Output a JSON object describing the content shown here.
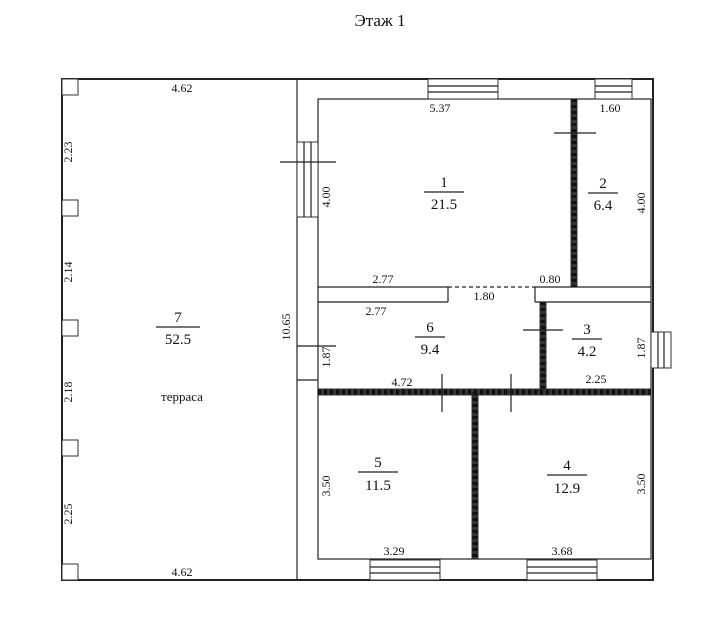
{
  "title": "Этаж 1",
  "rooms": [
    {
      "num": "1",
      "area": "21.5"
    },
    {
      "num": "2",
      "area": "6.4"
    },
    {
      "num": "3",
      "area": "4.2"
    },
    {
      "num": "4",
      "area": "12.9"
    },
    {
      "num": "5",
      "area": "11.5"
    },
    {
      "num": "6",
      "area": "9.4"
    },
    {
      "num": "7",
      "area": "52.5",
      "label": "терраса"
    }
  ],
  "dimensions": {
    "terrace_top": "4.62",
    "terrace_bottom": "4.62",
    "left_1": "2.23",
    "left_2": "2.14",
    "left_3": "2.18",
    "left_4": "2.25",
    "overall_height": "10.65",
    "room1_top": "5.37",
    "room2_top": "1.60",
    "room1_height": "4.00",
    "room2_height": "4.00",
    "corridor_a": "2.77",
    "corridor_b": "2.77",
    "door_gap": "1.80",
    "small_gap": "0.80",
    "room6_height": "1.87",
    "room3_height": "1.87",
    "room5_top": "4.72",
    "room4_top": "2.25",
    "room5_height": "3.50",
    "room4_height": "3.50",
    "room5_bottom": "3.29",
    "room4_bottom": "3.68"
  }
}
